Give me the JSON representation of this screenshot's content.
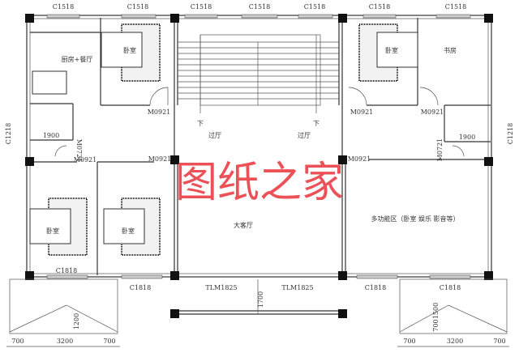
{
  "windows": {
    "top": [
      "C1518",
      "C1518",
      "C1518",
      "C1518",
      "C1518",
      "C1518",
      "C1518"
    ],
    "side_left": "C1218",
    "side_right": "C1218",
    "bottom": [
      "C1818",
      "C1818",
      "C1818",
      "C1818"
    ],
    "sliding_doors": [
      "TLM1825",
      "TLM1825"
    ]
  },
  "doors": {
    "m0921": "M0921",
    "m0721": "M0721"
  },
  "rooms": {
    "kitchen_dining": "厨房+餐厅",
    "bedroom": "卧室",
    "study": "书房",
    "hall": "过厅",
    "stair_down": "下",
    "living_room": "大客厅",
    "multi_function": "多功能区（卧室 娱乐 影音等）"
  },
  "dimensions": {
    "bathroom_width": "1900",
    "d700": "700",
    "d3200": "3200",
    "d1200": "1200",
    "d1500": "1500",
    "d1700": "1700"
  },
  "watermark": "图纸之家"
}
